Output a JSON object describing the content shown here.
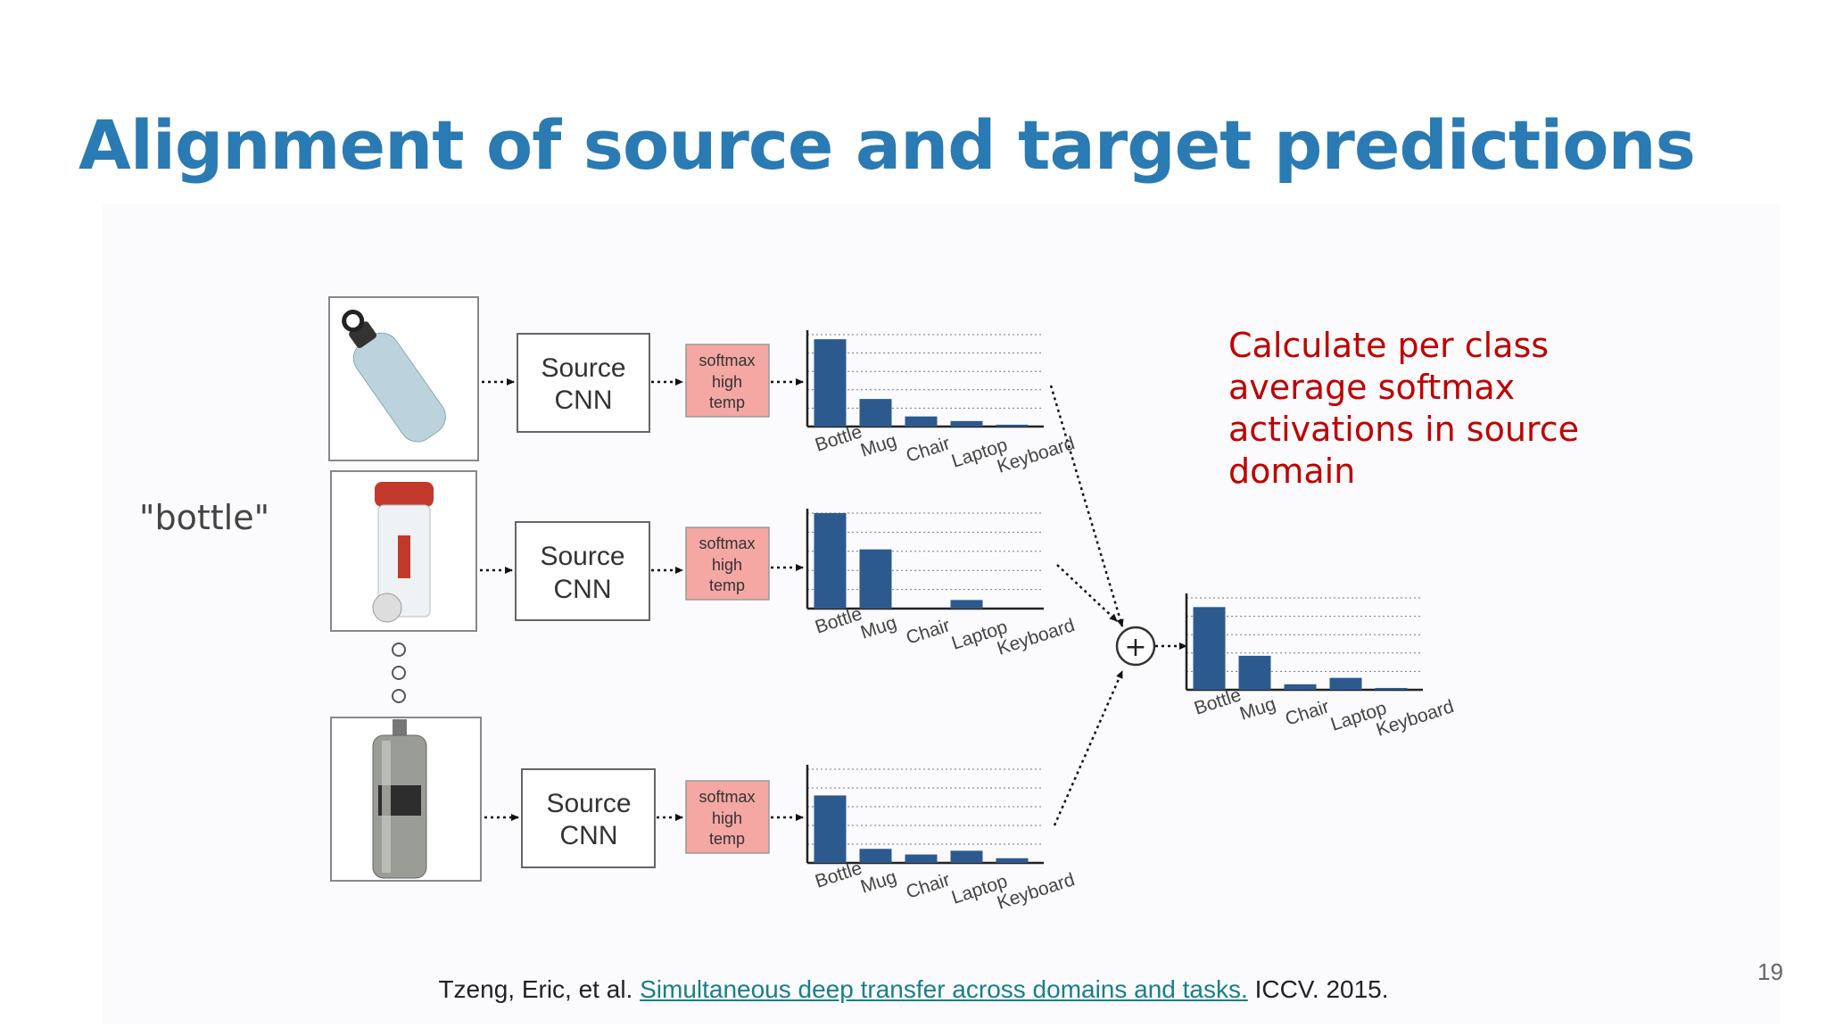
{
  "title": "Alignment of source and target predictions",
  "class_label": "\"bottle\"",
  "callout": "Calculate per class average softmax activations in source domain",
  "citation": {
    "prefix": "Tzeng, Eric, et al. ",
    "link": "Simultaneous deep transfer across domains and tasks.",
    "suffix": " ICCV. 2015."
  },
  "page_number": "19",
  "cnn_label": [
    "Source",
    "CNN"
  ],
  "softmax_label": [
    "softmax",
    "high",
    "temp"
  ],
  "plus_symbol": "+",
  "chart_data": [
    {
      "type": "bar",
      "categories": [
        "Bottle",
        "Mug",
        "Chair",
        "Laptop",
        "Keyboard"
      ],
      "values": [
        0.95,
        0.3,
        0.11,
        0.06,
        0.02
      ],
      "ylim": [
        0,
        1
      ],
      "grid": true
    },
    {
      "type": "bar",
      "categories": [
        "Bottle",
        "Mug",
        "Chair",
        "Laptop",
        "Keyboard"
      ],
      "values": [
        1.0,
        0.62,
        0.0,
        0.09,
        0.0
      ],
      "ylim": [
        0,
        1
      ],
      "grid": true
    },
    {
      "type": "bar",
      "categories": [
        "Bottle",
        "Mug",
        "Chair",
        "Laptop",
        "Keyboard"
      ],
      "values": [
        0.72,
        0.15,
        0.09,
        0.13,
        0.05
      ],
      "ylim": [
        0,
        1
      ],
      "grid": true
    },
    {
      "type": "bar",
      "categories": [
        "Bottle",
        "Mug",
        "Chair",
        "Laptop",
        "Keyboard"
      ],
      "values": [
        0.9,
        0.37,
        0.06,
        0.13,
        0.02
      ],
      "ylim": [
        0,
        1
      ],
      "grid": true
    }
  ]
}
